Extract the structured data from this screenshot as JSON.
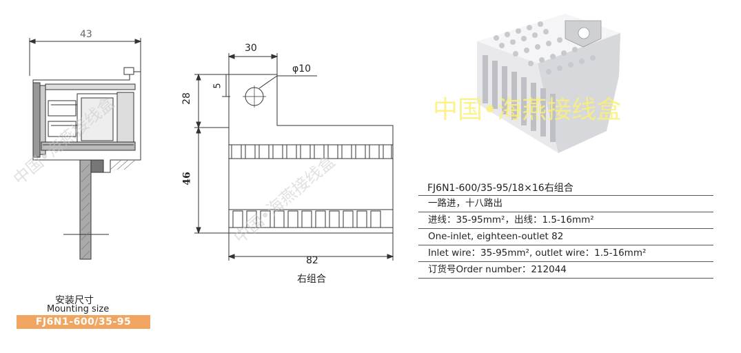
{
  "left_view": {
    "dim_width": "43"
  },
  "right_view": {
    "dim_top_width": "30",
    "dim_hole": "φ10",
    "dim_offset": "5",
    "dim_upper_height": "28",
    "dim_lower_height": "46",
    "dim_total_width": "82",
    "caption": "右组合"
  },
  "mounting": {
    "title_cn": "安装尺寸",
    "title_en": "Mounting size",
    "model": "FJ6N1-600/35-95"
  },
  "watermark": "中国•海燕接线盒",
  "spec": {
    "title": "FJ6N1-600/35-95/18×16右组合",
    "rows": [
      "一路进，十八路出",
      "进线：35-95mm²，出线：1.5-16mm²",
      "One-inlet, eighteen-outlet 82",
      "Inlet wire：35-95mm², outlet wire：1.5-16mm²",
      "订货号Order number：212044"
    ]
  },
  "colors": {
    "badge": "#f0a560",
    "photo_watermark": "#f5ec70"
  }
}
